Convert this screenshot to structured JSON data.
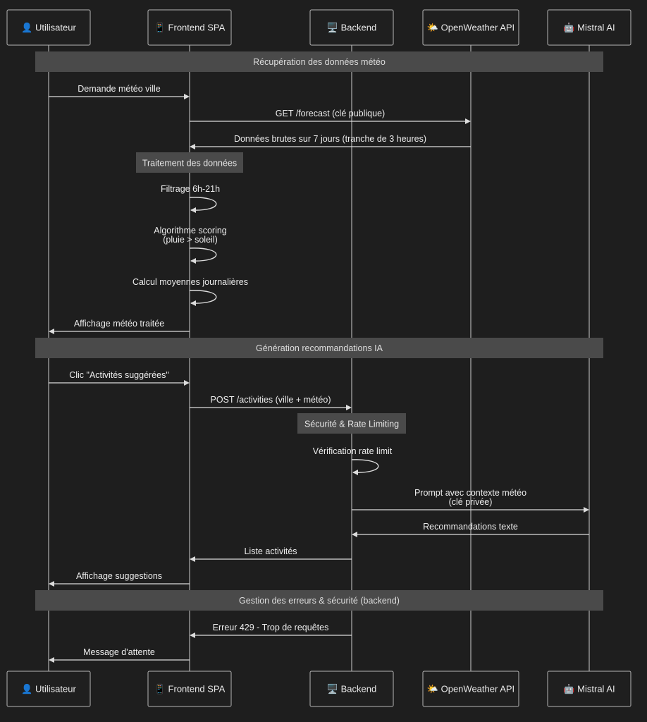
{
  "actors": [
    {
      "id": "user",
      "label": "👤 Utilisateur"
    },
    {
      "id": "front",
      "label": "📱 Frontend SPA"
    },
    {
      "id": "back",
      "label": "🖥️ Backend"
    },
    {
      "id": "weather",
      "label": "🌤️ OpenWeather API"
    },
    {
      "id": "mistral",
      "label": "🤖 Mistral AI"
    }
  ],
  "sections": [
    {
      "label": "Récupération des données météo"
    },
    {
      "label": "Génération recommandations IA"
    },
    {
      "label": "Gestion des erreurs & sécurité (backend)"
    }
  ],
  "notes": [
    {
      "label": "Traitement des données"
    },
    {
      "label": "Sécurité & Rate Limiting"
    }
  ],
  "messages": [
    {
      "from": "user",
      "to": "front",
      "lines": [
        "Demande météo ville"
      ]
    },
    {
      "from": "front",
      "to": "weather",
      "lines": [
        "GET /forecast (clé publique)"
      ]
    },
    {
      "from": "weather",
      "to": "front",
      "lines": [
        "Données brutes sur 7 jours (tranche de 3 heures)"
      ]
    },
    {
      "from": "front",
      "to": "front",
      "lines": [
        "Filtrage 6h-21h"
      ]
    },
    {
      "from": "front",
      "to": "front",
      "lines": [
        "Algorithme scoring",
        "(pluie > soleil)"
      ]
    },
    {
      "from": "front",
      "to": "front",
      "lines": [
        "Calcul moyennes journalières"
      ]
    },
    {
      "from": "front",
      "to": "user",
      "lines": [
        "Affichage météo traitée"
      ]
    },
    {
      "from": "user",
      "to": "front",
      "lines": [
        "Clic \"Activités suggérées\""
      ]
    },
    {
      "from": "front",
      "to": "back",
      "lines": [
        "POST /activities (ville + météo)"
      ]
    },
    {
      "from": "back",
      "to": "back",
      "lines": [
        "Vérification rate limit"
      ]
    },
    {
      "from": "back",
      "to": "mistral",
      "lines": [
        "Prompt avec contexte météo",
        "(clé privée)"
      ]
    },
    {
      "from": "mistral",
      "to": "back",
      "lines": [
        "Recommandations texte"
      ]
    },
    {
      "from": "back",
      "to": "front",
      "lines": [
        "Liste activités"
      ]
    },
    {
      "from": "front",
      "to": "user",
      "lines": [
        "Affichage suggestions"
      ]
    },
    {
      "from": "back",
      "to": "front",
      "lines": [
        "Erreur 429 - Trop de requêtes"
      ]
    },
    {
      "from": "front",
      "to": "user",
      "lines": [
        "Message d'attente"
      ]
    }
  ]
}
